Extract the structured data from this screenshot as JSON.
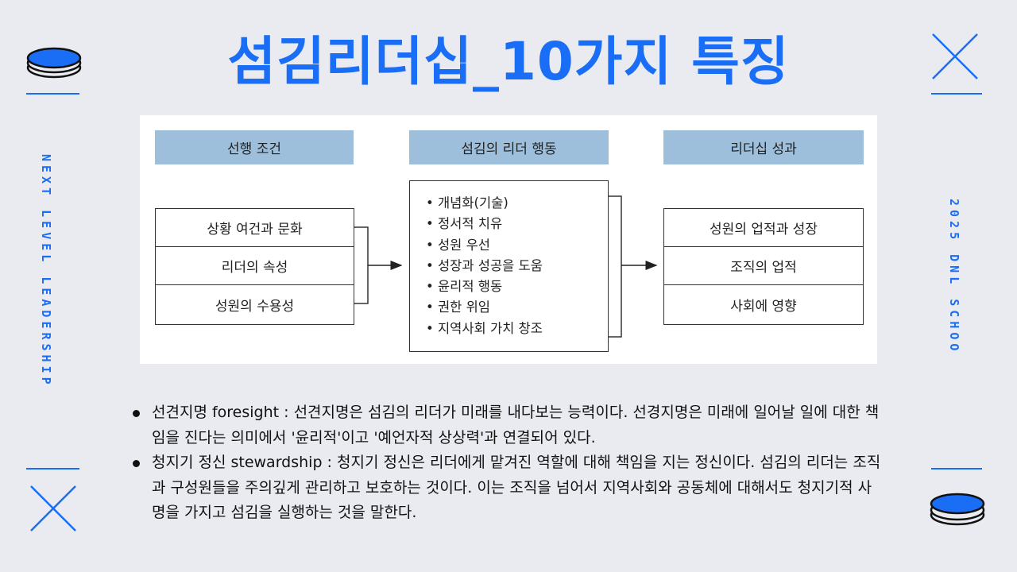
{
  "title": "섬김리더십_10가지 특징",
  "side_left": "NEXT LEVEL LEADERSHIP",
  "side_right": "2025 DNL SCHOO",
  "colors": {
    "accent": "#1a6ef5",
    "background": "#e9ebf0",
    "header_fill": "#9dbfdb"
  },
  "diagram": {
    "headers": [
      "선행 조건",
      "섬김의 리더 행동",
      "리더십 성과"
    ],
    "left_cells": [
      "상황 여건과 문화",
      "리더의 속성",
      "성원의 수용성"
    ],
    "middle_items": [
      "개념화(기술)",
      "정서적 치유",
      "성원 우선",
      "성장과 성공을 도움",
      "윤리적 행동",
      "권한 위임",
      "지역사회 가치 창조"
    ],
    "right_cells": [
      "성원의 업적과 성장",
      "조직의 업적",
      "사회에 영향"
    ]
  },
  "bullets": [
    "선견지명 foresight : 선견지명은 섬김의 리더가 미래를 내다보는 능력이다. 선경지명은 미래에 일어날 일에 대한 책임을 진다는 의미에서 '윤리적'이고 '예언자적 상상력'과 연결되어 있다.",
    "청지기 정신 stewardship : 청지기 정신은 리더에게 맡겨진 역할에 대해 책임을 지는 정신이다. 섬김의 리더는 조직과 구성원들을 주의깊게 관리하고 보호하는 것이다. 이는 조직을 넘어서 지역사회와 공동체에 대해서도 청지기적 사명을 가지고 섬김을 실행하는 것을 말한다."
  ]
}
